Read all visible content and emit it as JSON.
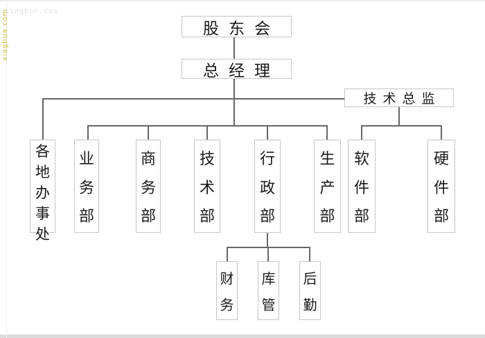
{
  "canvas": {
    "background": "#ffffff",
    "connector_color": "#666666",
    "box_border_color": "#c6c6c6",
    "text_color": "#1a1a1a",
    "top_strip_color": "#ededed",
    "bottom_strip_color": "#dcdcdc"
  },
  "watermarks": {
    "top_left": "singbon.com",
    "left_edge": "xiagbua.com"
  },
  "chart": {
    "type": "org-chart",
    "nodes": {
      "shareholders": "股东会",
      "general_manager": "总经理",
      "tech_director": "技术总监"
    },
    "departments": [
      {
        "label": "各地办事处"
      },
      {
        "label": "业务部"
      },
      {
        "label": "商务部"
      },
      {
        "label": "技术部"
      },
      {
        "label": "行政部"
      },
      {
        "label": "生产部"
      },
      {
        "label": "软件部"
      },
      {
        "label": "硬件部"
      }
    ],
    "admin_children": [
      {
        "label": "财务"
      },
      {
        "label": "库管"
      },
      {
        "label": "后勤"
      }
    ],
    "hierarchy": {
      "shareholders_to": [
        "总经理"
      ],
      "general_manager_to": [
        "各地办事处",
        "业务部",
        "商务部",
        "技术部",
        "行政部",
        "生产部",
        "技术总监"
      ],
      "tech_director_to": [
        "软件部",
        "硬件部"
      ],
      "admin_to": [
        "财务",
        "库管",
        "后勤"
      ]
    }
  }
}
